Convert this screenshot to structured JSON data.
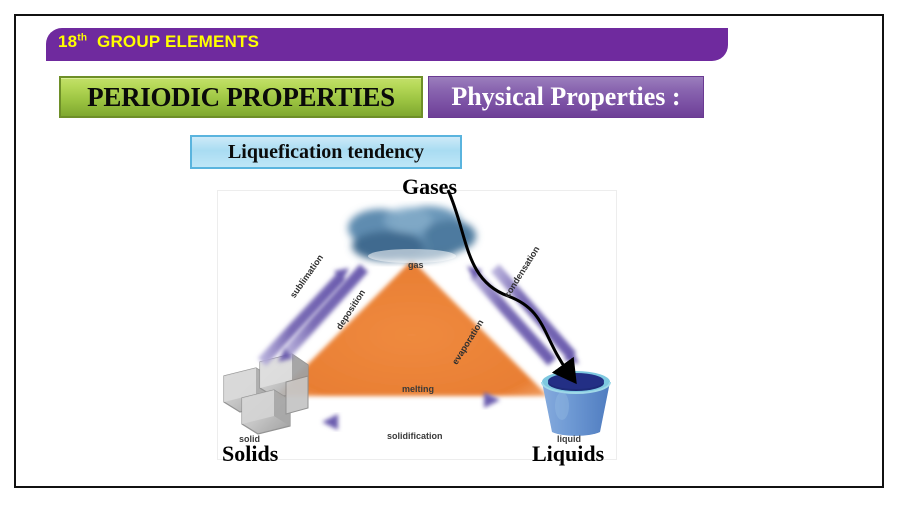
{
  "slide": {
    "banner": {
      "number": "18",
      "ordinal": "th",
      "title": "GROUP ELEMENTS"
    },
    "periodic_properties_label": "PERIODIC PROPERTIES",
    "physical_properties_label": "Physical Properties :",
    "liquefication_label": "Liquefication tendency"
  },
  "diagram": {
    "headings": {
      "gases": "Gases",
      "solids": "Solids",
      "liquids": "Liquids"
    },
    "state_labels": {
      "gas": "gas",
      "solid": "solid",
      "liquid": "liquid"
    },
    "transitions": {
      "sublimation": "sublimation",
      "deposition": "deposition",
      "evaporation": "evaporation",
      "condensation": "condensation",
      "melting": "melting",
      "solidification": "solidification"
    }
  },
  "colors": {
    "banner_purple": "#6f2a9e",
    "banner_text_yellow": "#ffff00",
    "green_light": "#c3e069",
    "green_dark": "#7fa82f",
    "green_border": "#6e8f28",
    "purple_box_light": "#9b7ebd",
    "purple_box_dark": "#6e3f96",
    "cyan_box": "#a9dcf2",
    "cyan_border": "#5ab4de",
    "triangle_orange": "#e87e33",
    "arrow_purple": "#7a6cb5",
    "cloud_blue": "#4f7ba3",
    "liquid_navy": "#1d2a78",
    "beaker_blue": "#6f9ad4",
    "frame_black": "#111111"
  }
}
